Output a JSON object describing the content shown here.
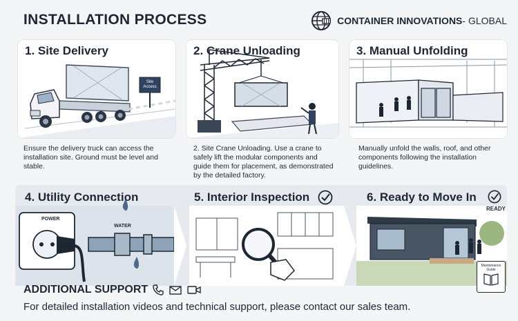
{
  "header": {
    "title": "INSTALLATION PROCESS",
    "brand_name": "CONTAINER INNOVATIONS",
    "brand_region": " - GLOBAL"
  },
  "steps": [
    {
      "title": "1. Site Delivery",
      "desc": "Ensure the delivery truck can access the installation site. Ground must be level and stable.",
      "sign": "Site Access"
    },
    {
      "title": "2. Crane Unloading",
      "desc": "2. Site Crane Unloading. Use a crane to safely lift the modular components and guide them for placement, as demonstrated by the detailed factory."
    },
    {
      "title": "3. Manual Unfolding",
      "desc": "Manually unfold the walls, roof, and other components following the installation guidelines."
    },
    {
      "title": "4. Utility Connection",
      "power_label": "POWER",
      "water_label": "WATER"
    },
    {
      "title": "5. Interior Inspection"
    },
    {
      "title": "6. Ready to Move In",
      "ready_label": "READY",
      "manual_label": "Maintenance Guide"
    }
  ],
  "support": {
    "label": "ADDITIONAL SUPPORT",
    "text": "For detailed installation videos and technical support, please contact our sales team."
  },
  "icons": [
    "globe-icon",
    "phone-icon",
    "email-icon",
    "video-icon",
    "check-icon",
    "magnifier-icon"
  ]
}
